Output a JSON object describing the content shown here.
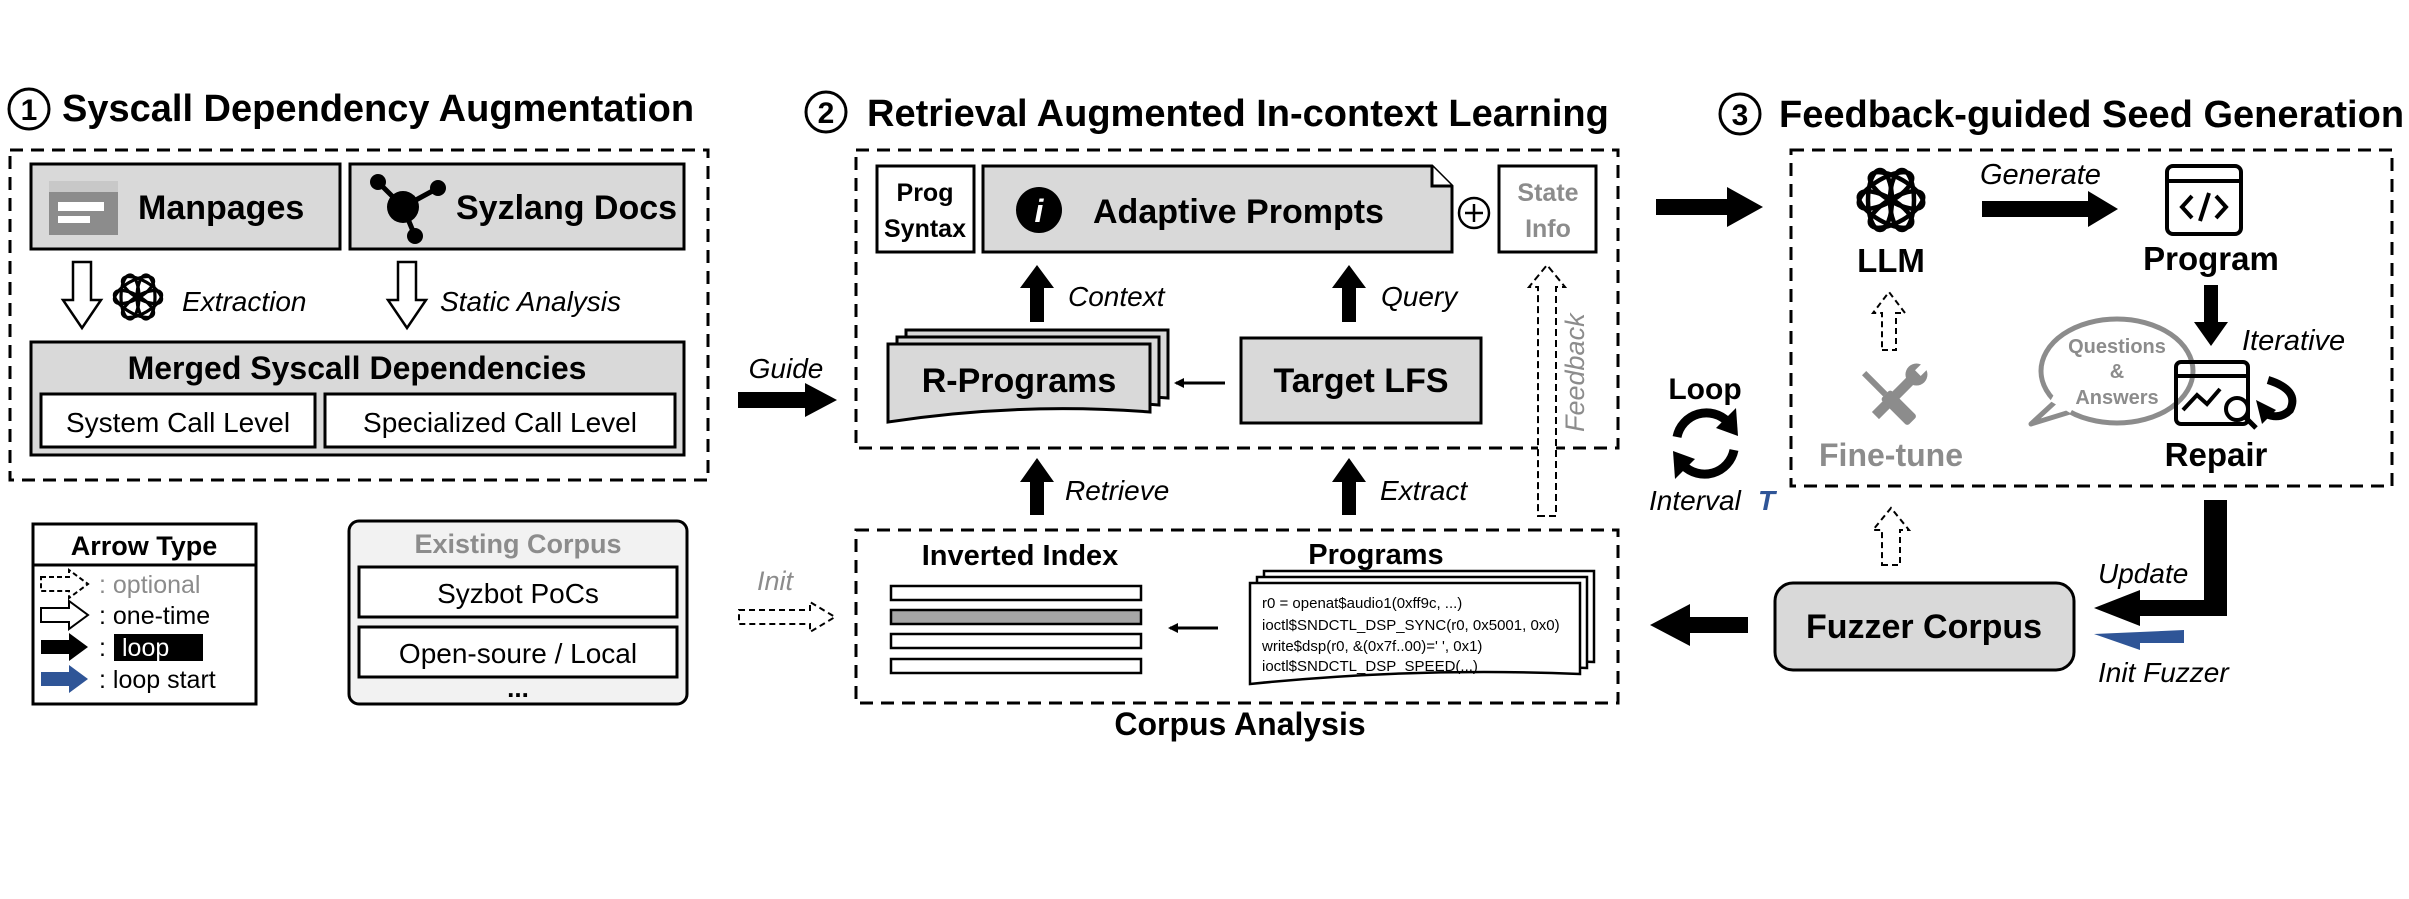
{
  "section1": {
    "number": "1",
    "title": "Syscall Dependency Augmentation",
    "manpages": "Manpages",
    "syzlang_docs": "Syzlang Docs",
    "extraction": "Extraction",
    "static_analysis": "Static Analysis",
    "merged_title": "Merged Syscall Dependencies",
    "system_call_level": "System Call Level",
    "specialized_call_level": "Specialized Call Level"
  },
  "legend": {
    "title": "Arrow Type",
    "items": [
      {
        "label": ": optional"
      },
      {
        "label": ": one-time"
      },
      {
        "label": ":"
      },
      {
        "label": ": loop start"
      }
    ],
    "loop_label": "loop"
  },
  "existing_corpus": {
    "title": "Existing Corpus",
    "item1": "Syzbot PoCs",
    "item2": "Open-soure / Local",
    "more": "..."
  },
  "guide_label": "Guide",
  "init_label": "Init",
  "section2": {
    "number": "2",
    "title": "Retrieval Augmented In-context Learning",
    "prog_syntax_line1": "Prog",
    "prog_syntax_line2": "Syntax",
    "adaptive_prompts": "Adaptive Prompts",
    "info_icon_glyph": "i",
    "plus_glyph": "+",
    "state_info_line1": "State",
    "state_info_line2": "Info",
    "context": "Context",
    "query": "Query",
    "r_programs": "R-Programs",
    "target_lfs": "Target LFS",
    "feedback": "Feedback",
    "retrieve": "Retrieve",
    "extract": "Extract"
  },
  "corpus_analysis": {
    "title": "Corpus Analysis",
    "inverted_index": "Inverted Index",
    "programs": "Programs",
    "code_lines": [
      "r0 = openat$audio1(0xff9c, ...)",
      "ioctl$SNDCTL_DSP_SYNC(r0, 0x5001, 0x0)",
      "write$dsp(r0, &(0x7f..00)=' ', 0x1)",
      "ioctl$SNDCTL_DSP_SPEED(...)",
      "..."
    ]
  },
  "section3": {
    "number": "3",
    "title": "Feedback-guided Seed Generation",
    "llm": "LLM",
    "generate": "Generate",
    "program": "Program",
    "iterative": "Iterative",
    "questions_line1": "Questions",
    "questions_line2": "&",
    "questions_line3": "Answers",
    "fine_tune": "Fine-tune",
    "repair": "Repair"
  },
  "loop": {
    "label": "Loop",
    "interval_prefix": "Interval",
    "interval_var": "T"
  },
  "fuzzer_corpus": "Fuzzer Corpus",
  "update_label": "Update",
  "init_fuzzer_label": "Init Fuzzer",
  "colors": {
    "box_fill": "#d9d9d9",
    "light_fill": "#f2f2f2",
    "gray_text": "#8c8c8c",
    "blue_accent": "#2f5597",
    "black": "#000000"
  },
  "icons": [
    "manpage-icon",
    "graph-node-icon",
    "openai-logo-icon",
    "info-icon",
    "code-window-icon",
    "repair-dashboard-icon",
    "wrench-screwdriver-icon",
    "refresh-loop-icon",
    "speech-bubble-icon"
  ]
}
